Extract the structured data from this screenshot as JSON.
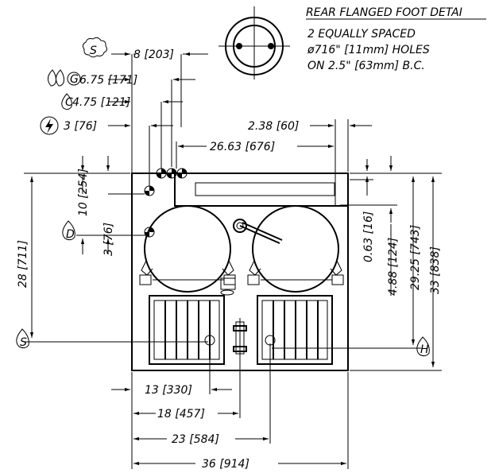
{
  "detail": {
    "title": "REAR FLANGED FOOT DETAI",
    "line1": "2 EQUALLY SPACED",
    "line2": "ø716\" [11mm] HOLES",
    "line3": "ON 2.5\" [63mm] B.C."
  },
  "left_dims": {
    "steam": "8 [203]",
    "gas": "6.75 [171]",
    "cold": "4.75 [121]",
    "power": "3 [76]",
    "overall_depth_left": "28 [711]",
    "drain_up": "10 [254]",
    "drain_low": "3 [76]"
  },
  "top_dims": {
    "right_offset": "2.38 [60]",
    "width_inner": "26.63 [676]"
  },
  "right_dims": {
    "small": "0.63 [16]",
    "mid": "4.88 [124]",
    "large": "29.25 [743]",
    "overall": "33 [838]"
  },
  "bottom_dims": {
    "d13": "13 [330]",
    "d18": "18 [457]",
    "d23": "23 [584]",
    "d36": "36 [914]"
  },
  "icons": {
    "steam": "S",
    "gas": "G",
    "cold": "C",
    "drain": "D",
    "hot": "H"
  }
}
